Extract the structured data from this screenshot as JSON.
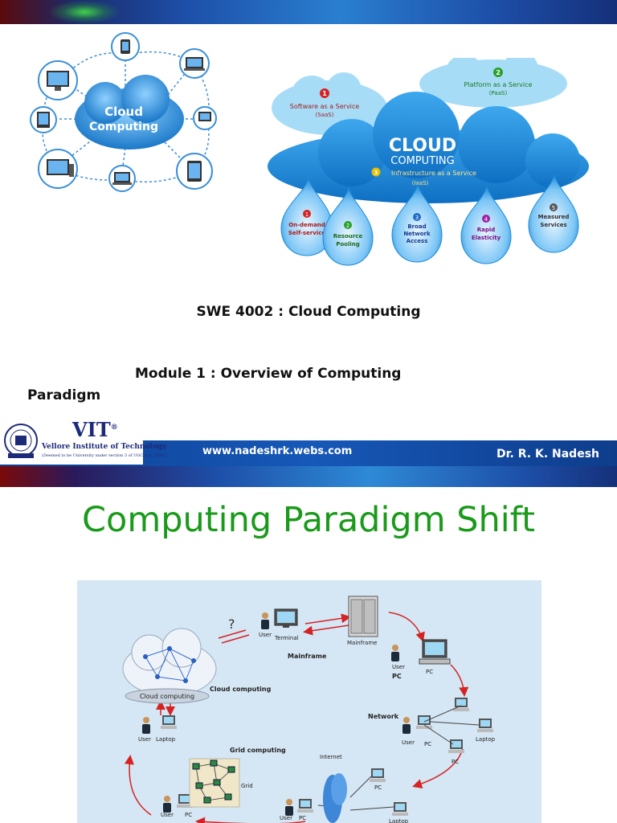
{
  "slide1": {
    "cloud_left_label_line1": "Cloud",
    "cloud_left_label_line2": "Computing",
    "cloud_right": {
      "main_line1": "CLOUD",
      "main_line2": "COMPUTING",
      "saas_num": "1",
      "saas_line1": "Software as a Service",
      "saas_line2": "(SaaS)",
      "paas_num": "2",
      "paas_line1": "Platform as a Service",
      "paas_line2": "(PaaS)",
      "iaas_num": "3",
      "iaas_line1": "Infrastructure as a Service",
      "iaas_line2": "(IaaS)",
      "drops": [
        {
          "num": "1",
          "line1": "On-demand",
          "line2": "Self-service",
          "line3": ""
        },
        {
          "num": "2",
          "line1": "Resource",
          "line2": "Pooling",
          "line3": ""
        },
        {
          "num": "3",
          "line1": "Broad",
          "line2": "Network",
          "line3": "Access"
        },
        {
          "num": "4",
          "line1": "Rapid",
          "line2": "Elasticity",
          "line3": ""
        },
        {
          "num": "5",
          "line1": "Measured",
          "line2": "Services",
          "line3": ""
        }
      ]
    },
    "title": "SWE  4002 : Cloud Computing",
    "module_line1": "Module 1 : Overview of Computing",
    "module_line2": "Paradigm",
    "logo_text": "VIT",
    "logo_sup": "®",
    "logo_subtitle": "Vellore Institute of Technology",
    "logo_tiny": "(Deemed to be University under section 3 of UGC Act, 1956)",
    "footer_url": "www.nadeshrk.webs.com",
    "footer_author": "Dr. R. K. Nadesh"
  },
  "slide2": {
    "heading": "Computing Paradigm Shift",
    "diagram": {
      "question_mark": "?",
      "user": "User",
      "terminal": "Terminal",
      "mainframe": "Mainframe",
      "mainframe_box": "Mainframe",
      "pc": "PC",
      "network": "Network",
      "laptop": "Laptop",
      "internet": "Internet",
      "grid_computing": "Grid computing",
      "grid": "Grid",
      "cloud_computing": "Cloud computing",
      "cloud_computing_box": "Cloud computing"
    }
  }
}
